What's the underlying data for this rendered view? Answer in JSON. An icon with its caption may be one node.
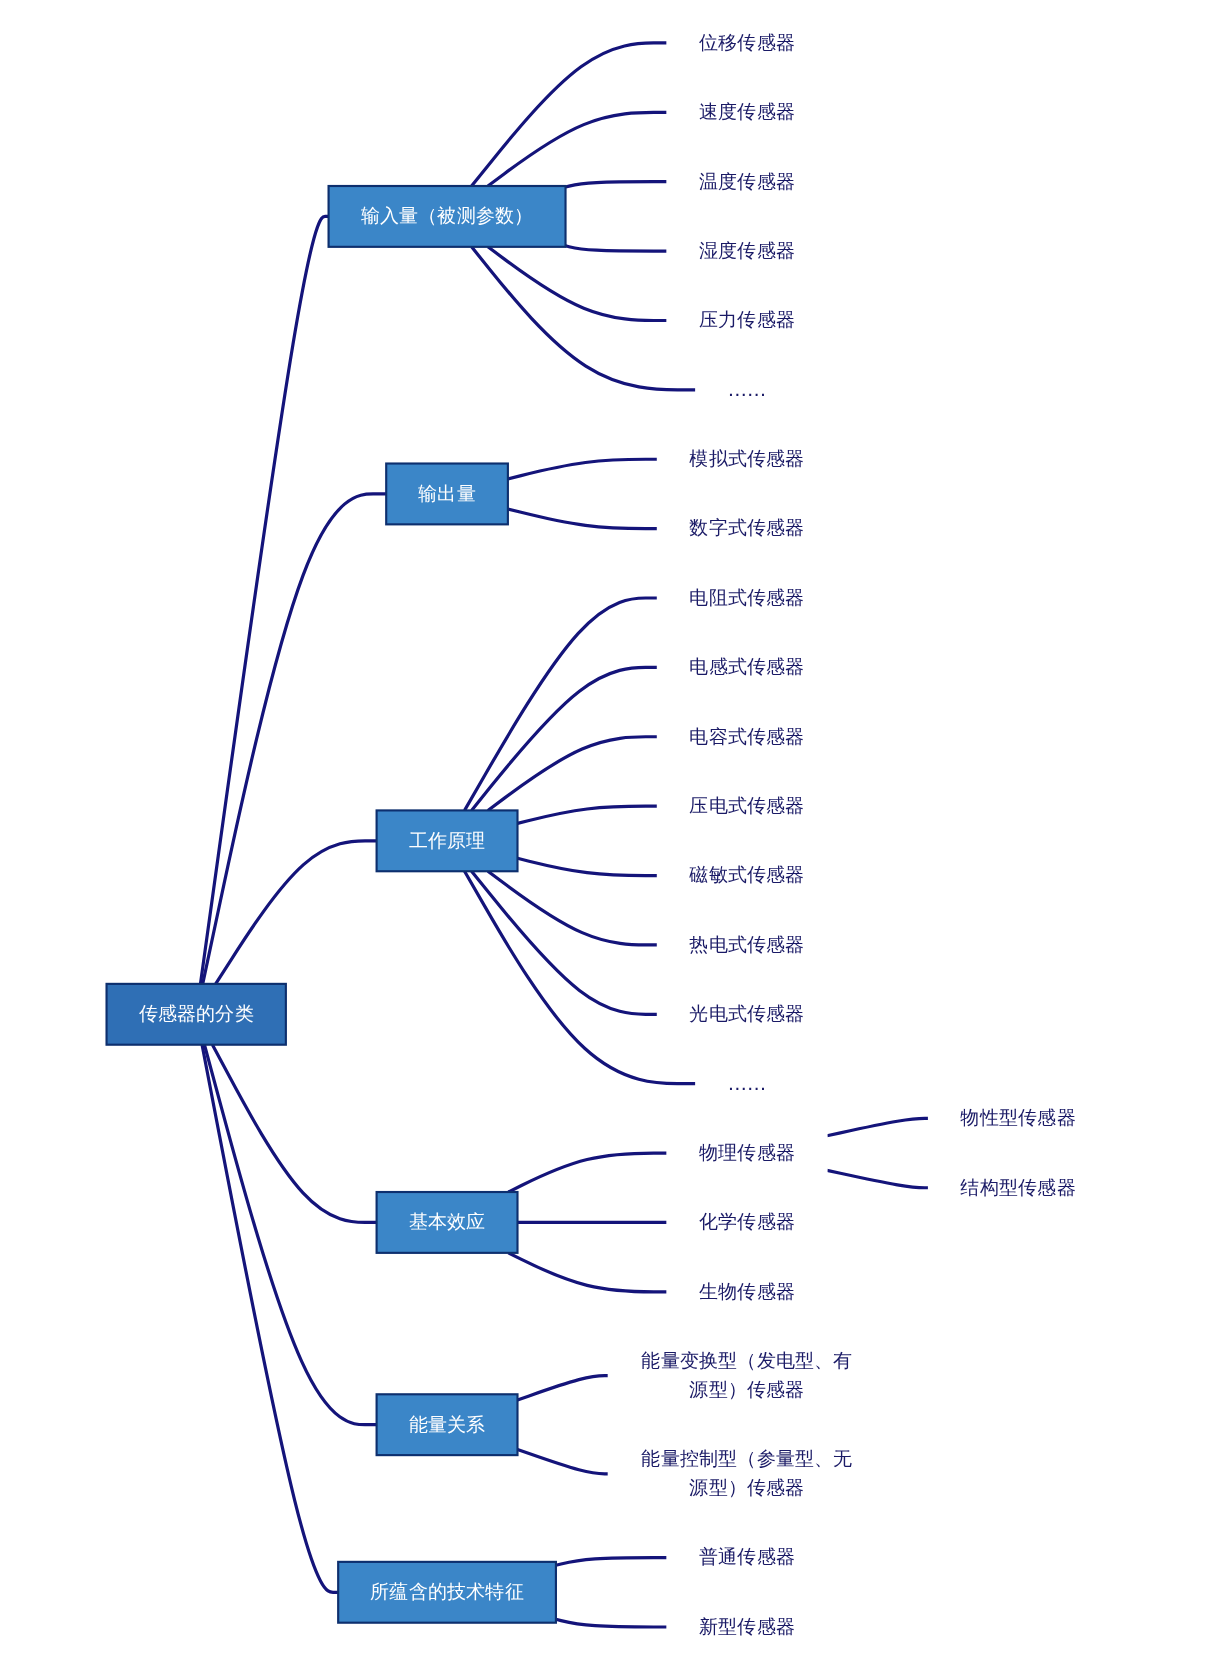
{
  "diagram": {
    "nodes": [
      {
        "text": [
          "传感器的分类"
        ]
      },
      {
        "text": [
          "输入量（被测参数）"
        ]
      },
      {
        "text": [
          "位移传感器"
        ]
      },
      {
        "text": [
          "速度传感器"
        ]
      },
      {
        "text": [
          "温度传感器"
        ]
      },
      {
        "text": [
          "湿度传感器"
        ]
      },
      {
        "text": [
          "压力传感器"
        ]
      },
      {
        "text": [
          "……"
        ]
      },
      {
        "text": [
          "输出量"
        ]
      },
      {
        "text": [
          "模拟式传感器"
        ]
      },
      {
        "text": [
          "数字式传感器"
        ]
      },
      {
        "text": [
          "工作原理"
        ]
      },
      {
        "text": [
          "电阻式传感器"
        ]
      },
      {
        "text": [
          "电感式传感器"
        ]
      },
      {
        "text": [
          "电容式传感器"
        ]
      },
      {
        "text": [
          "压电式传感器"
        ]
      },
      {
        "text": [
          "磁敏式传感器"
        ]
      },
      {
        "text": [
          "热电式传感器"
        ]
      },
      {
        "text": [
          "光电式传感器"
        ]
      },
      {
        "text": [
          "……"
        ]
      },
      {
        "text": [
          "基本效应"
        ]
      },
      {
        "text": [
          "物理传感器"
        ]
      },
      {
        "text": [
          "物性型传感器"
        ]
      },
      {
        "text": [
          "结构型传感器"
        ]
      },
      {
        "text": [
          "化学传感器"
        ]
      },
      {
        "text": [
          "生物传感器"
        ]
      },
      {
        "text": [
          "能量关系"
        ]
      },
      {
        "text": [
          "能量变换型（发电型、有源型）传感器"
        ]
      },
      {
        "text": [
          "能量控制型（参量型、无源型）传感器"
        ]
      },
      {
        "text": [
          "所蕴含的技术特征"
        ]
      },
      {
        "text": [
          "普通传感器"
        ]
      },
      {
        "text": [
          "新型传感器"
        ]
      }
    ],
    "edges": [
      {
        "from": 0,
        "to": 1,
        "arrow": "none"
      },
      {
        "from": 1,
        "to": 2,
        "arrow": "none"
      },
      {
        "from": 1,
        "to": 3,
        "arrow": "none"
      },
      {
        "from": 1,
        "to": 4,
        "arrow": "none"
      },
      {
        "from": 1,
        "to": 5,
        "arrow": "none"
      },
      {
        "from": 1,
        "to": 6,
        "arrow": "none"
      },
      {
        "from": 1,
        "to": 7,
        "arrow": "none"
      },
      {
        "from": 0,
        "to": 8,
        "arrow": "none"
      },
      {
        "from": 8,
        "to": 9,
        "arrow": "none"
      },
      {
        "from": 8,
        "to": 10,
        "arrow": "none"
      },
      {
        "from": 0,
        "to": 11,
        "arrow": "none"
      },
      {
        "from": 11,
        "to": 12,
        "arrow": "none"
      },
      {
        "from": 11,
        "to": 13,
        "arrow": "none"
      },
      {
        "from": 11,
        "to": 14,
        "arrow": "none"
      },
      {
        "from": 11,
        "to": 15,
        "arrow": "none"
      },
      {
        "from": 11,
        "to": 16,
        "arrow": "none"
      },
      {
        "from": 11,
        "to": 17,
        "arrow": "none"
      },
      {
        "from": 11,
        "to": 18,
        "arrow": "none"
      },
      {
        "from": 11,
        "to": 19,
        "arrow": "none"
      },
      {
        "from": 0,
        "to": 20,
        "arrow": "none"
      },
      {
        "from": 20,
        "to": 21,
        "arrow": "none"
      },
      {
        "from": 21,
        "to": 22,
        "arrow": "none"
      },
      {
        "from": 21,
        "to": 23,
        "arrow": "none"
      },
      {
        "from": 20,
        "to": 24,
        "arrow": "none"
      },
      {
        "from": 20,
        "to": 25,
        "arrow": "none"
      },
      {
        "from": 0,
        "to": 26,
        "arrow": "none"
      },
      {
        "from": 26,
        "to": 27,
        "arrow": "none"
      },
      {
        "from": 26,
        "to": 28,
        "arrow": "none"
      },
      {
        "from": 0,
        "to": 29,
        "arrow": "none"
      },
      {
        "from": 29,
        "to": 30,
        "arrow": "none"
      },
      {
        "from": 29,
        "to": 31,
        "arrow": "none"
      }
    ]
  }
}
